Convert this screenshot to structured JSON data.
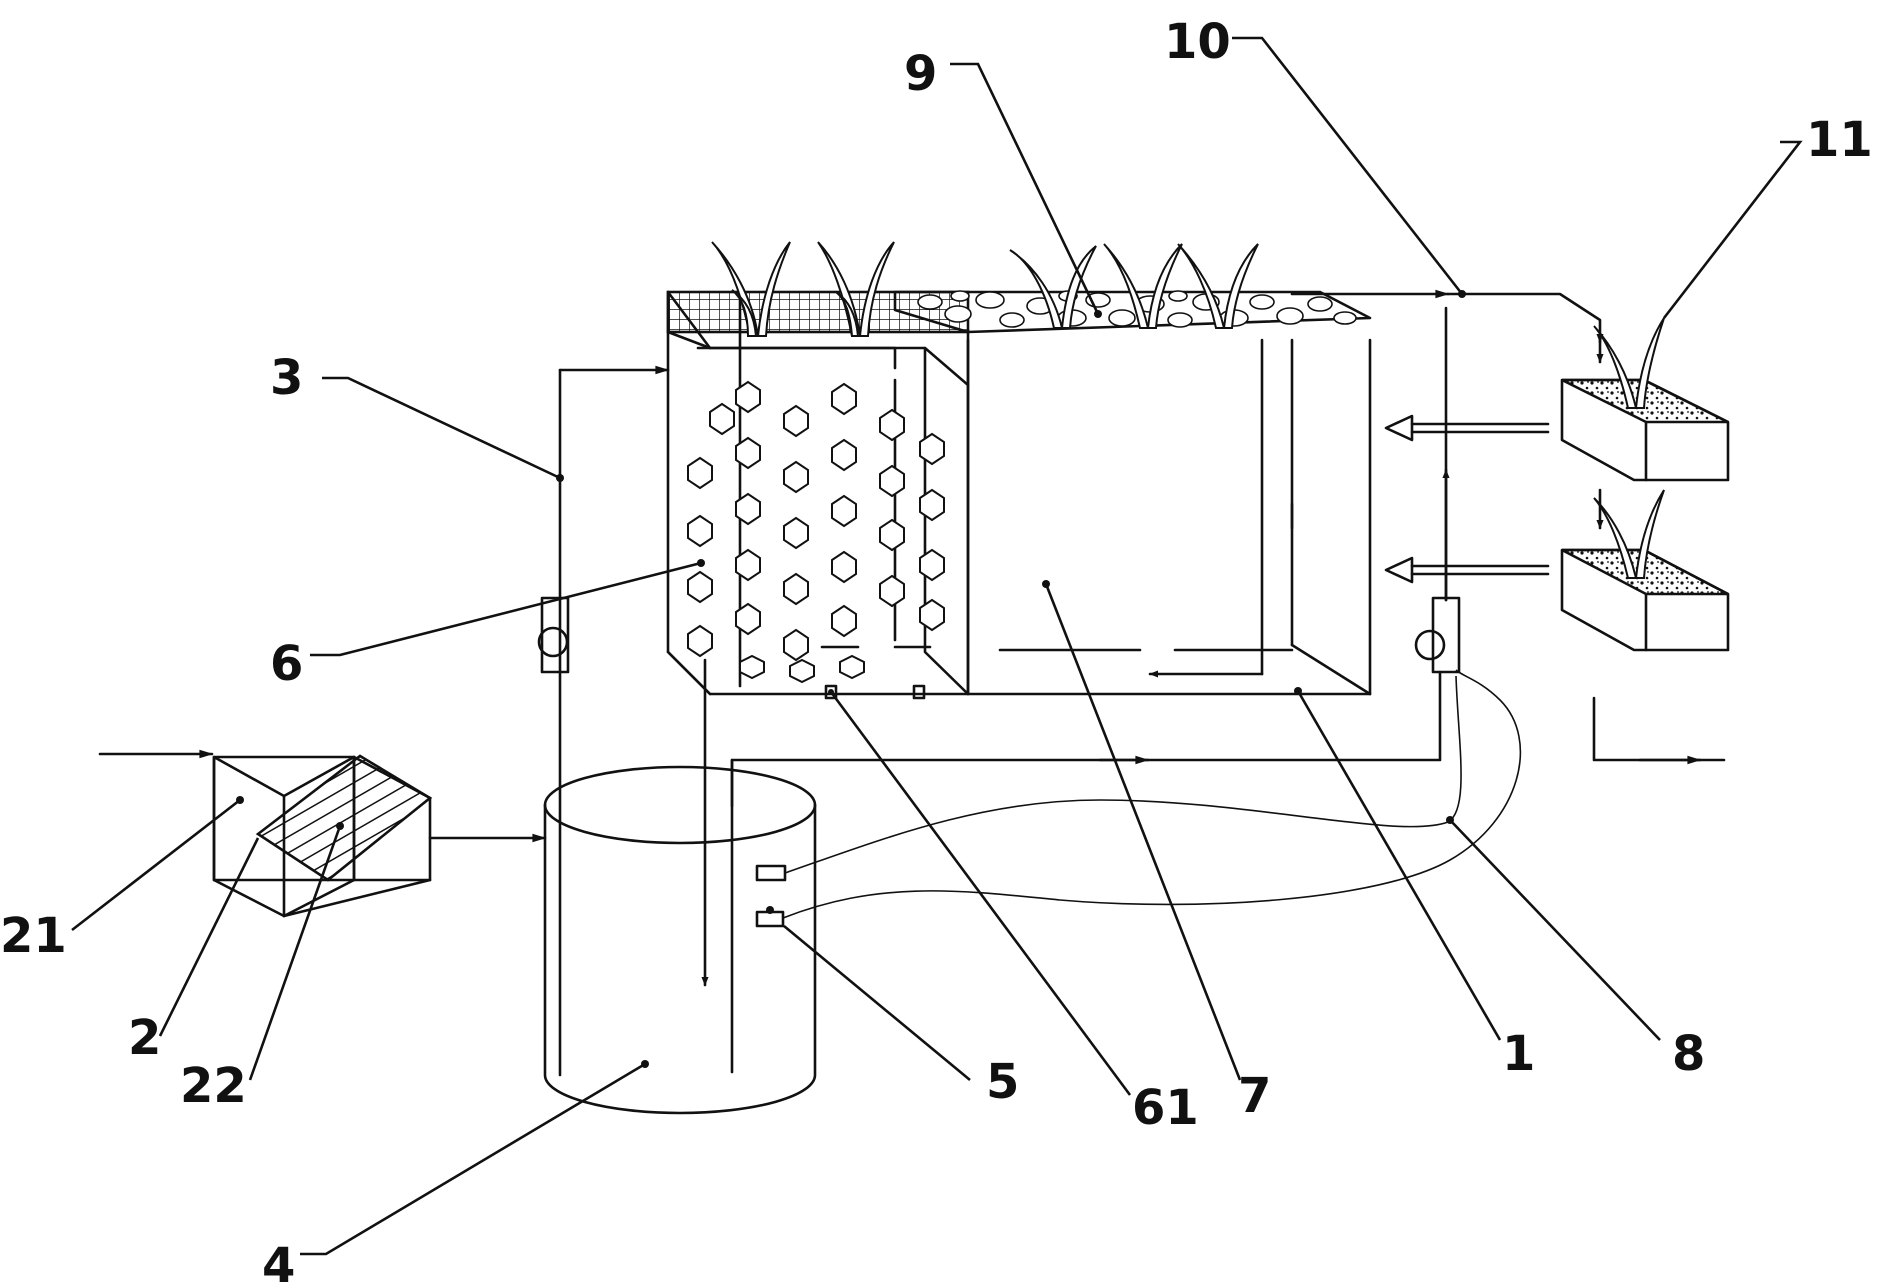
{
  "labels": {
    "n1": "1",
    "n2": "2",
    "n3": "3",
    "n4": "4",
    "n5": "5",
    "n6": "6",
    "n7": "7",
    "n8": "8",
    "n9": "9",
    "n10": "10",
    "n11": "11",
    "n21": "21",
    "n22": "22",
    "n61": "61"
  }
}
